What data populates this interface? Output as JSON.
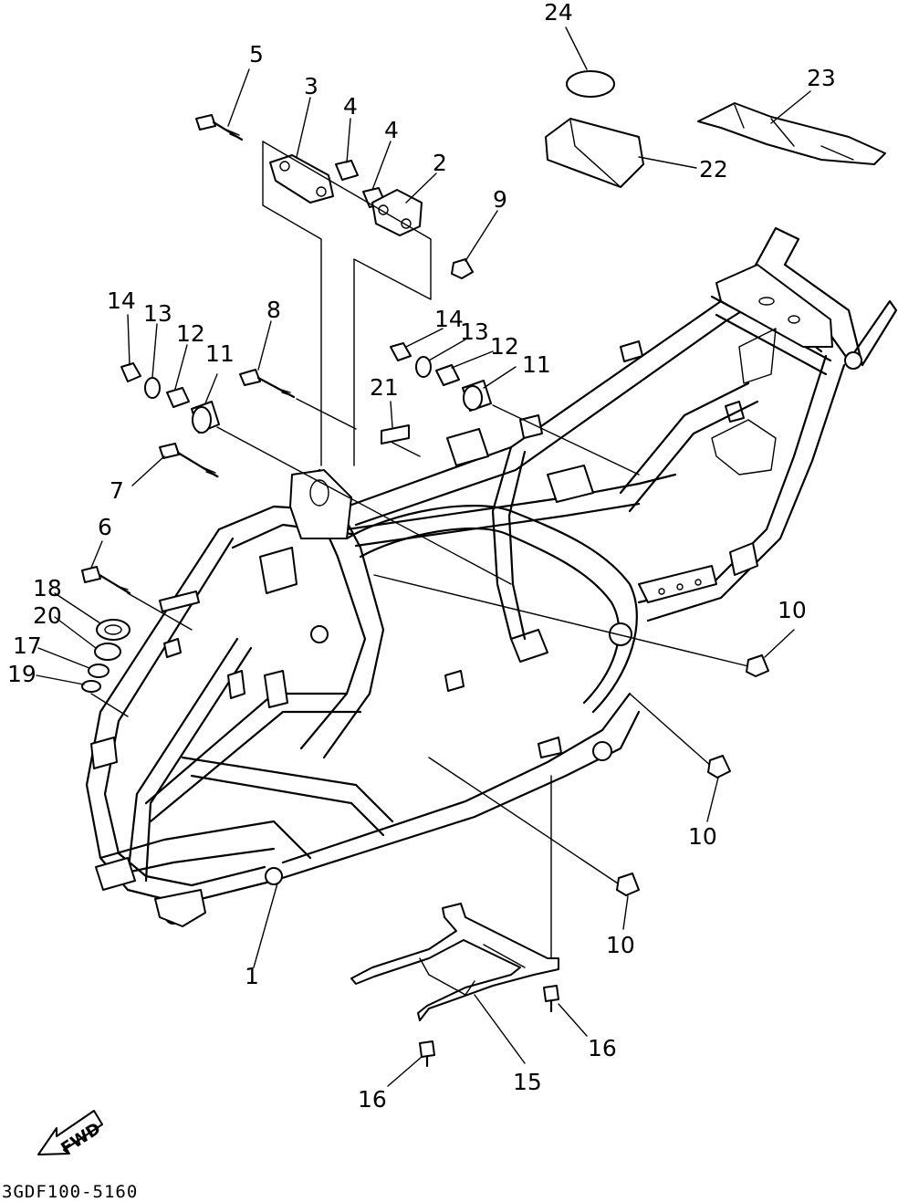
{
  "diagram_code": "3GDF100-5160",
  "fwd_label": "FWD",
  "callouts": [
    {
      "id": "c24",
      "text": "24"
    },
    {
      "id": "c23",
      "text": "23"
    },
    {
      "id": "c22",
      "text": "22"
    },
    {
      "id": "c5",
      "text": "5"
    },
    {
      "id": "c3",
      "text": "3"
    },
    {
      "id": "c4a",
      "text": "4"
    },
    {
      "id": "c4b",
      "text": "4"
    },
    {
      "id": "c2",
      "text": "2"
    },
    {
      "id": "c9",
      "text": "9"
    },
    {
      "id": "c8",
      "text": "8"
    },
    {
      "id": "c14a",
      "text": "14"
    },
    {
      "id": "c13a",
      "text": "13"
    },
    {
      "id": "c12a",
      "text": "12"
    },
    {
      "id": "c11a",
      "text": "11"
    },
    {
      "id": "c14b",
      "text": "14"
    },
    {
      "id": "c13b",
      "text": "13"
    },
    {
      "id": "c12b",
      "text": "12"
    },
    {
      "id": "c11b",
      "text": "11"
    },
    {
      "id": "c21",
      "text": "21"
    },
    {
      "id": "c7",
      "text": "7"
    },
    {
      "id": "c6",
      "text": "6"
    },
    {
      "id": "c18",
      "text": "18"
    },
    {
      "id": "c20",
      "text": "20"
    },
    {
      "id": "c17",
      "text": "17"
    },
    {
      "id": "c19",
      "text": "19"
    },
    {
      "id": "c10a",
      "text": "10"
    },
    {
      "id": "c10b",
      "text": "10"
    },
    {
      "id": "c10c",
      "text": "10"
    },
    {
      "id": "c1",
      "text": "1"
    },
    {
      "id": "c15",
      "text": "15"
    },
    {
      "id": "c16a",
      "text": "16"
    },
    {
      "id": "c16b",
      "text": "16"
    }
  ]
}
